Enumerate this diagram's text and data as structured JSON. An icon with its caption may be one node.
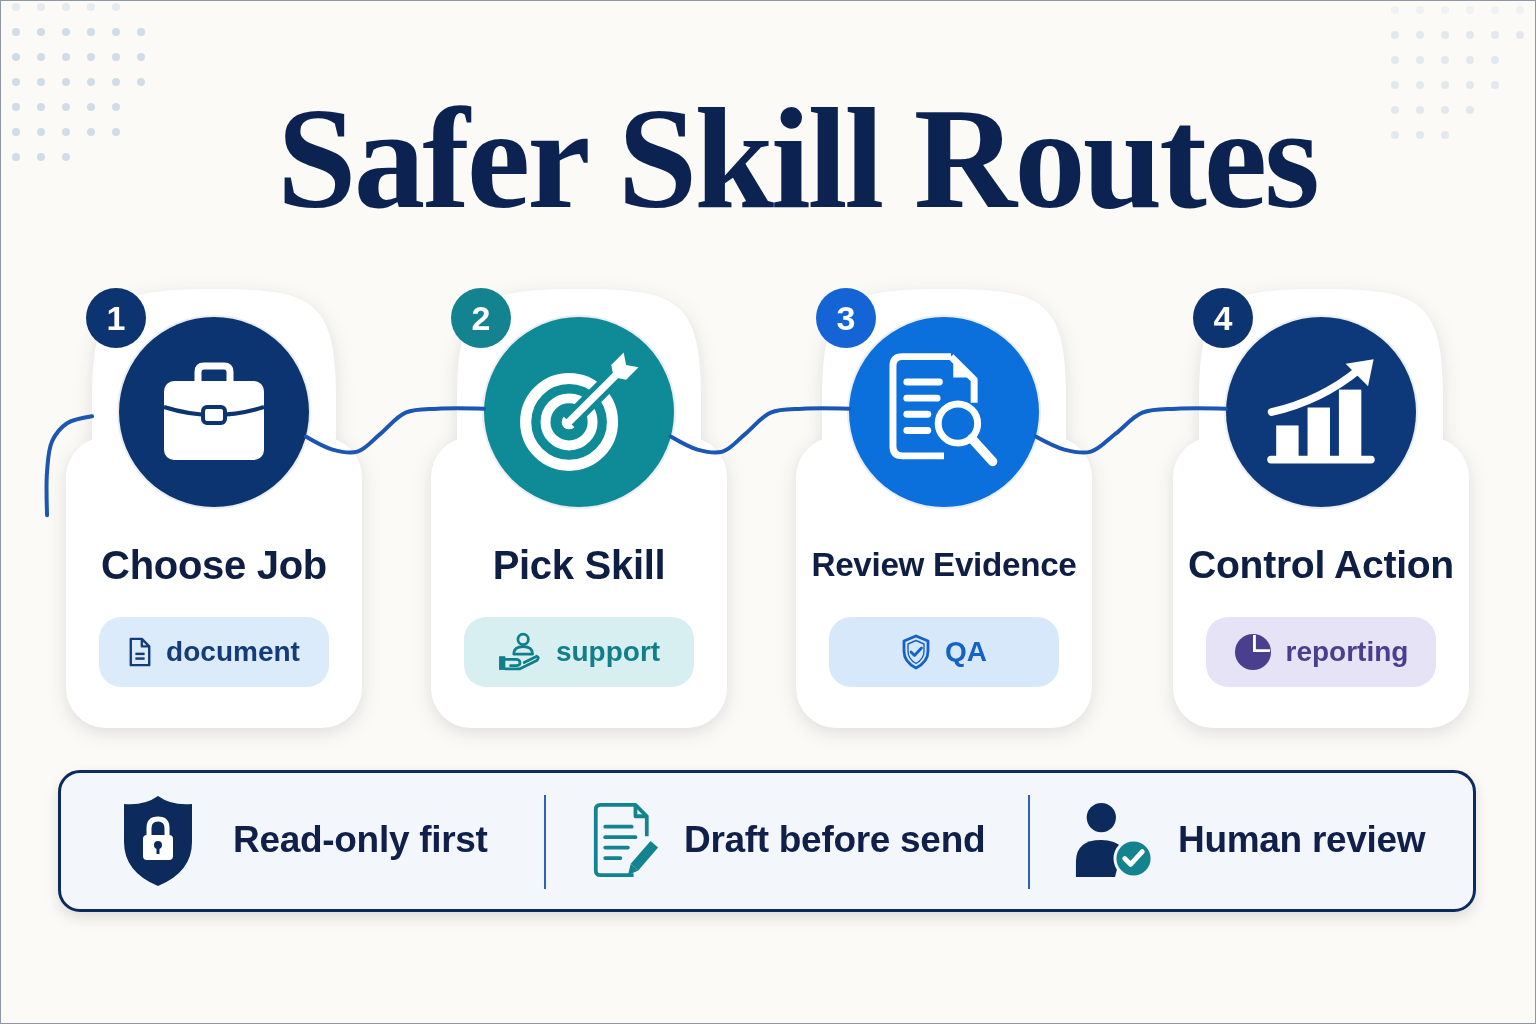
{
  "diagram": {
    "title": "Safer Skill Routes",
    "nodes": [
      {
        "text": [
          "1"
        ]
      },
      {
        "text": [
          "Choose Job"
        ]
      },
      {
        "text": [],
        "shape": "circle"
      },
      {
        "text": [
          "document"
        ],
        "in": 1
      },
      {
        "text": [
          "2"
        ]
      },
      {
        "text": [
          "Pick Skill"
        ]
      },
      {
        "text": [],
        "shape": "circle"
      },
      {
        "text": [
          "support"
        ],
        "in": 5
      },
      {
        "text": [
          "3"
        ]
      },
      {
        "text": [
          "Review Evidence"
        ]
      },
      {
        "text": [],
        "shape": "circle"
      },
      {
        "text": [
          "QA"
        ],
        "in": 9
      },
      {
        "text": [
          "4"
        ]
      },
      {
        "text": [
          "Control Action"
        ]
      },
      {
        "text": [],
        "shape": "circle"
      },
      {
        "text": [
          "reporting"
        ],
        "in": 13
      },
      {
        "text": [
          "Read-only first",
          "Draft before send",
          "Human review"
        ]
      }
    ],
    "edges": [
      {
        "from": null,
        "to": 1,
        "arrow": "none"
      },
      {
        "from": 2,
        "to": 6,
        "arrow": "none"
      },
      {
        "from": 6,
        "to": 10,
        "arrow": "none"
      },
      {
        "from": 10,
        "to": 14,
        "arrow": "none"
      }
    ]
  }
}
